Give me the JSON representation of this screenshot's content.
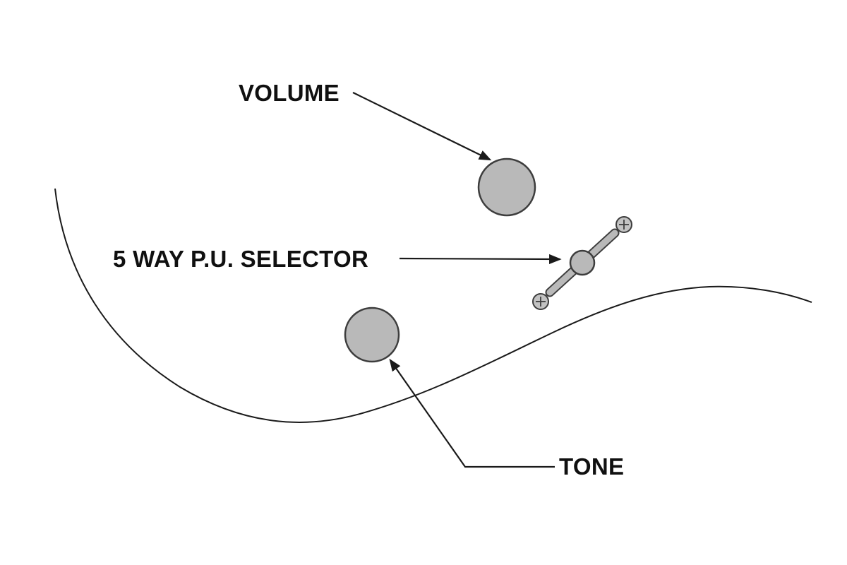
{
  "labels": {
    "volume": "VOLUME",
    "selector": "5 WAY P.U. SELECTOR",
    "tone": "TONE"
  },
  "colors": {
    "background": "#ffffff",
    "line": "#1a1a1a",
    "text": "#101010",
    "knob_fill": "#b9b9b9",
    "knob_stroke": "#3d3d3d",
    "lever_fill": "#b9b9b9",
    "lever_stroke": "#3d3d3d",
    "screw_fill": "#c2c2c2",
    "screw_stroke": "#3d3d3d"
  }
}
